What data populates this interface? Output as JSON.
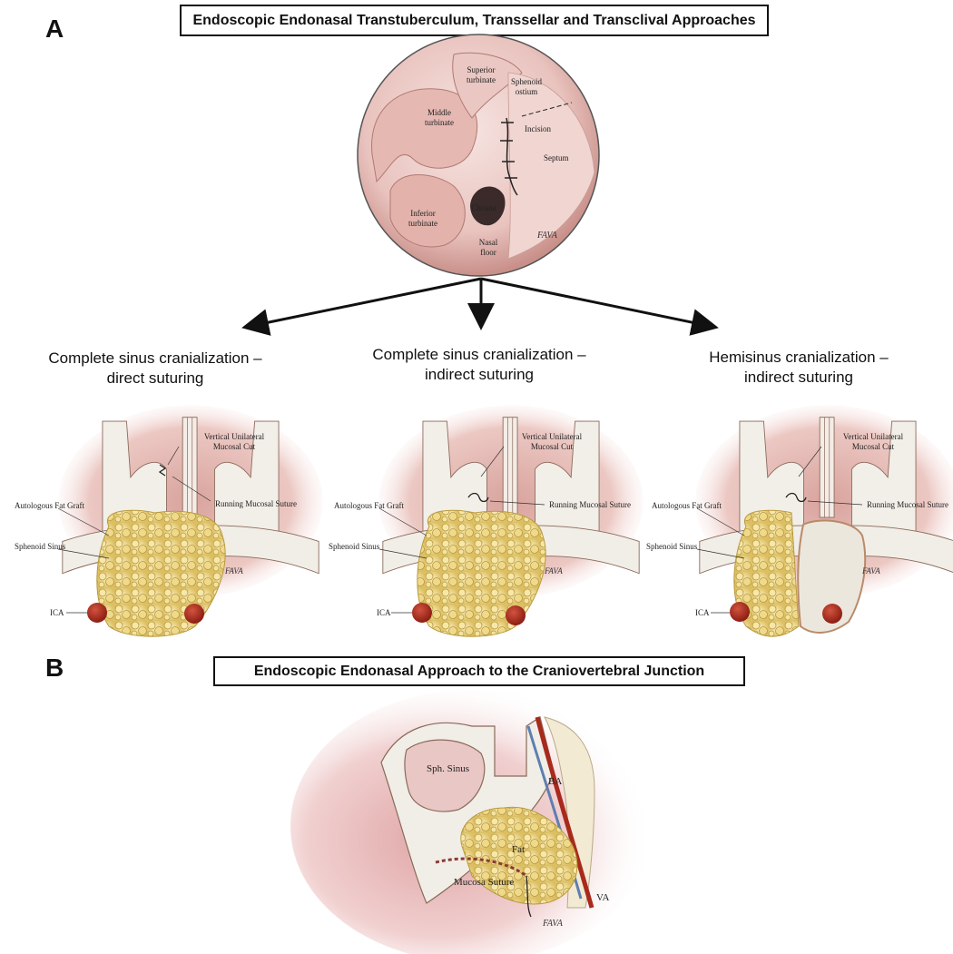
{
  "panelA": {
    "letter": "A",
    "title": "Endoscopic Endonasal Transtuberculum, Transsellar and Transclival Approaches",
    "endoscope_labels": {
      "superior_turbinate": [
        "Superior",
        "turbinate"
      ],
      "sphenoid_ostium": [
        "Sphenoid",
        "ostium"
      ],
      "middle_turbinate": [
        "Middle",
        "turbinate"
      ],
      "incision": "Incision",
      "septum": "Septum",
      "inferior_turbinate": [
        "Inferior",
        "turbinate"
      ],
      "choana": "Choana",
      "nasal_floor": [
        "Nasal",
        "floor"
      ],
      "signature": "FAVA"
    },
    "columns": [
      {
        "title_line1": "Complete sinus cranialization –",
        "title_line2": "direct suturing",
        "labels": {
          "mucosal_cut": [
            "Vertical Unilateral",
            "Mucosal Cut"
          ],
          "suture": "Running Mucosal Suture",
          "fat": "Autologous Fat Graft",
          "sinus": "Sphenoid Sinus",
          "ica": "ICA",
          "signature": "FAVA"
        }
      },
      {
        "title_line1": "Complete sinus cranialization –",
        "title_line2": "indirect suturing",
        "labels": {
          "mucosal_cut": [
            "Vertical Unilateral",
            "Mucosal Cut"
          ],
          "suture": "Running Mucosal Suture",
          "fat": "Autologous Fat Graft",
          "sinus": "Sphenoid Sinus",
          "ica": "ICA",
          "signature": "FAVA"
        }
      },
      {
        "title_line1": "Hemisinus cranialization –",
        "title_line2": "indirect suturing",
        "labels": {
          "mucosal_cut": [
            "Vertical Unilateral",
            "Mucosal Cut"
          ],
          "suture": "Running Mucosal Suture",
          "fat": "Autologous Fat Graft",
          "sinus": "Sphenoid Sinus",
          "ica": "ICA",
          "signature": "FAVA"
        }
      }
    ]
  },
  "panelB": {
    "letter": "B",
    "title": "Endoscopic Endonasal Approach to the Craniovertebral Junction",
    "labels": {
      "sinus": "Sph. Sinus",
      "ba": "BA",
      "fat": "Fat",
      "suture": "Mucosa Suture",
      "va": "VA",
      "signature": "FAVA"
    }
  },
  "colors": {
    "mucosa": "#e6b3ae",
    "bone": "#f1eee7",
    "fat": "#e6cf7a",
    "artery": "#a82a1c",
    "outline": "#8a6a5a"
  }
}
